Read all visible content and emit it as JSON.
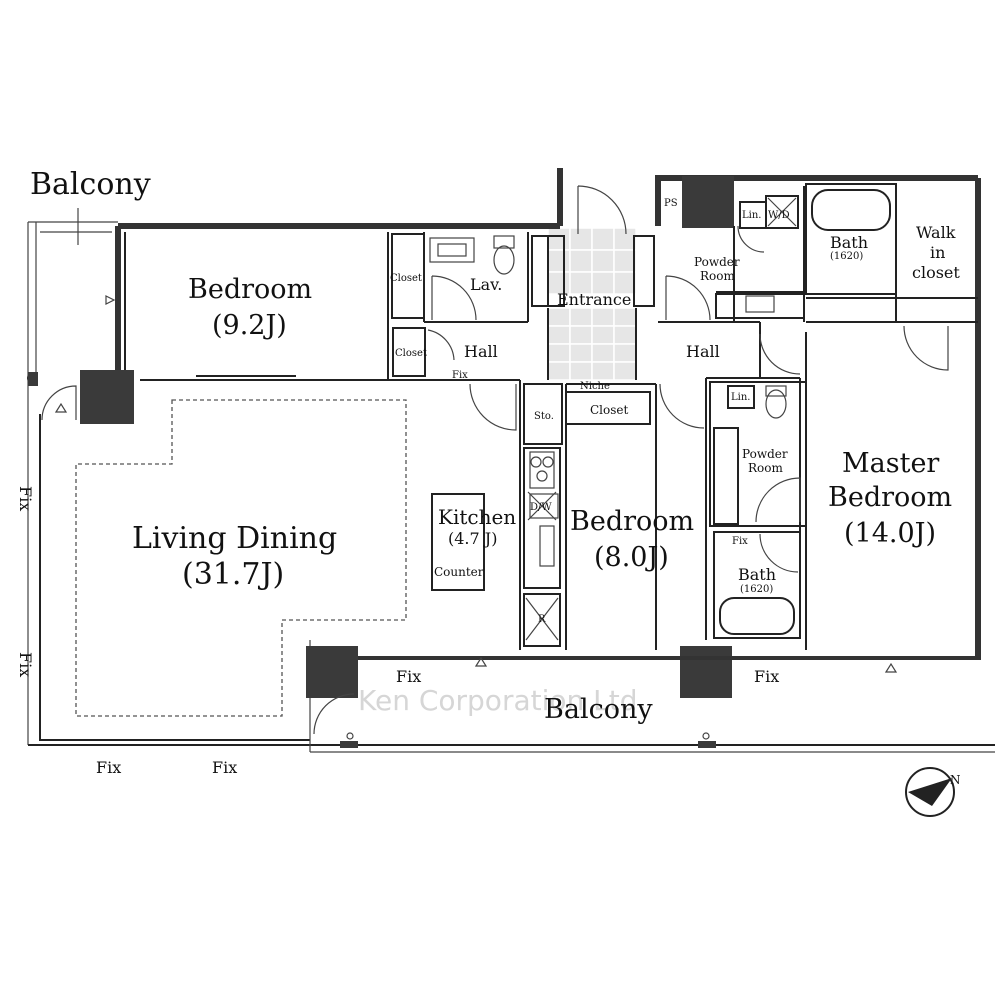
{
  "labels": {
    "balcony_top": "Balcony",
    "bedroom1_name": "Bedroom",
    "bedroom1_size": "(9.2J)",
    "living_name": "Living Dining",
    "living_size": "(31.7J)",
    "kitchen_name": "Kitchen",
    "kitchen_size": "(4.7 J)",
    "counter": "Counter",
    "bedroom2_name": "Bedroom",
    "bedroom2_size": "(8.0J)",
    "master_name1": "Master",
    "master_name2": "Bedroom",
    "master_size": "(14.0J)",
    "lav": "Lav.",
    "closet_a": "Closet",
    "closet_b": "Closet",
    "closet_c": "Closet",
    "hall_left": "Hall",
    "hall_right": "Hall",
    "entrance": "Entrance",
    "niche": "Niche",
    "storage": "Sto.",
    "fix_small": "Fix",
    "fix_small2": "Fix",
    "dw": "D/W",
    "refrigerator": "R",
    "powder_room_top_1": "Powder",
    "powder_room_top_2": "Room",
    "powder_room_mid_1": "Powder",
    "powder_room_mid_2": "Room",
    "bath_top": "Bath",
    "bath_top_size": "(1620)",
    "bath_mid": "Bath",
    "bath_mid_size": "(1620)",
    "walk_in_1": "Walk",
    "walk_in_2": "in",
    "walk_in_3": "closet",
    "ps": "PS",
    "linen_top": "Lin.",
    "linen_mid": "Lin.",
    "washer_dryer": "W/D",
    "balcony_bottom": "Balcony",
    "fix_left_upper": "Fix",
    "fix_left_lower": "Fix",
    "fix_bottom_1": "Fix",
    "fix_bottom_2": "Fix",
    "fix_balcony_1": "Fix",
    "fix_balcony_2": "Fix",
    "watermark": "Ken Corporation Ltd.",
    "north": "N"
  },
  "colors": {
    "wall": "#222222",
    "column": "#3a3a3a",
    "entrance_tile": "#e6e6e6"
  }
}
